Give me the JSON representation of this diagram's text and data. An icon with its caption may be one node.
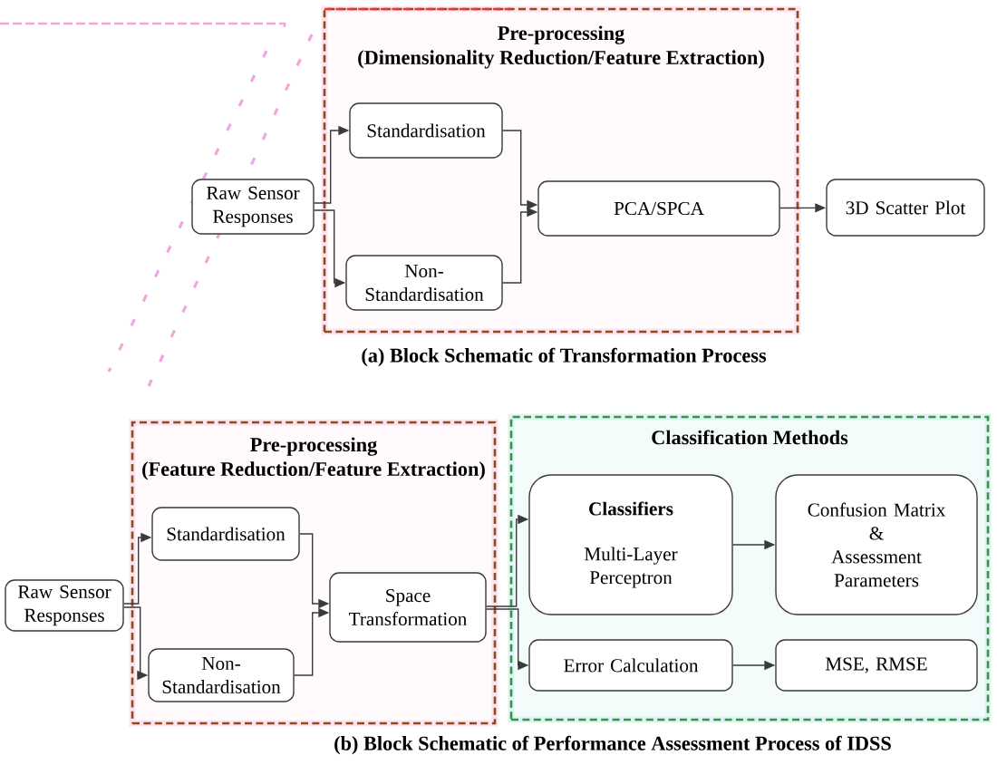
{
  "diagram": {
    "nodes": [
      {
        "text": [
          "Raw Sensor Responses"
        ]
      },
      {
        "text": [
          "Pre-processing",
          "(Dimensionality Reduction/Feature Extraction)"
        ]
      },
      {
        "text": [
          "Standardisation"
        ],
        "in": 1
      },
      {
        "text": [
          "Non-Standardisation"
        ],
        "in": 1
      },
      {
        "text": [
          "PCA/SPCA"
        ],
        "in": 1
      },
      {
        "text": [
          "3D Scatter Plot"
        ]
      },
      {
        "text": [
          "Raw Sensor Responses"
        ]
      },
      {
        "text": [
          "Pre-processing",
          "(Feature Reduction/Feature Extraction)"
        ]
      },
      {
        "text": [
          "Standardisation"
        ],
        "in": 7
      },
      {
        "text": [
          "Non-Standardisation"
        ],
        "in": 7
      },
      {
        "text": [
          "Space Transformation"
        ],
        "in": 7
      },
      {
        "text": [
          "Classification Methods"
        ]
      },
      {
        "text": [
          "Classifiers",
          "Multi-Layer Perceptron"
        ],
        "in": 11
      },
      {
        "text": [
          "Confusion Matrix & Assessment Parameters"
        ],
        "in": 11
      },
      {
        "text": [
          "Error Calculation"
        ],
        "in": 11
      },
      {
        "text": [
          "MSE, RMSE"
        ],
        "in": 11
      }
    ],
    "edges": [
      {
        "from": 0,
        "to": 2,
        "arrow": "to"
      },
      {
        "from": 0,
        "to": 3,
        "arrow": "to"
      },
      {
        "from": 2,
        "to": 4,
        "arrow": "to"
      },
      {
        "from": 3,
        "to": 4,
        "arrow": "to"
      },
      {
        "from": 4,
        "to": 5,
        "arrow": "to"
      },
      {
        "from": 6,
        "to": 8,
        "arrow": "to"
      },
      {
        "from": 6,
        "to": 9,
        "arrow": "to"
      },
      {
        "from": 8,
        "to": 10,
        "arrow": "to"
      },
      {
        "from": 9,
        "to": 10,
        "arrow": "to"
      },
      {
        "from": 10,
        "to": 12,
        "arrow": "to"
      },
      {
        "from": 10,
        "to": 14,
        "arrow": "to"
      },
      {
        "from": 12,
        "to": 13,
        "arrow": "to"
      },
      {
        "from": 14,
        "to": 15,
        "arrow": "to"
      }
    ],
    "labels": [
      "(a) Block Schematic of Transformation Process",
      "(b) Block Schematic of Performance Assessment Process of IDSS"
    ]
  }
}
